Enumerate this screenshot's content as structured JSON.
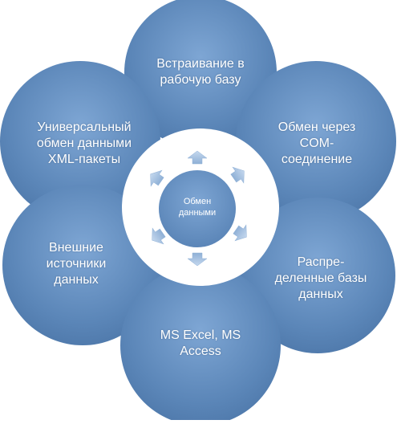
{
  "diagram": {
    "center": "Обмен\nданными",
    "nodes": [
      "Встраивание в\nрабочую базу",
      "Обмен через\nCOM-\nсоединение",
      "Распре-\nделенные базы\nданных",
      "MS Excel, MS\nAccess",
      "Внешние\nисточники\nданных",
      "Универсальный\nобмен данными\nXML-пакеты"
    ]
  },
  "colors": {
    "circle": "#5b86b8",
    "circle_light": "#7aa3d1",
    "circle_dark": "#4a72a3",
    "arrow": "#a9c3e0"
  }
}
